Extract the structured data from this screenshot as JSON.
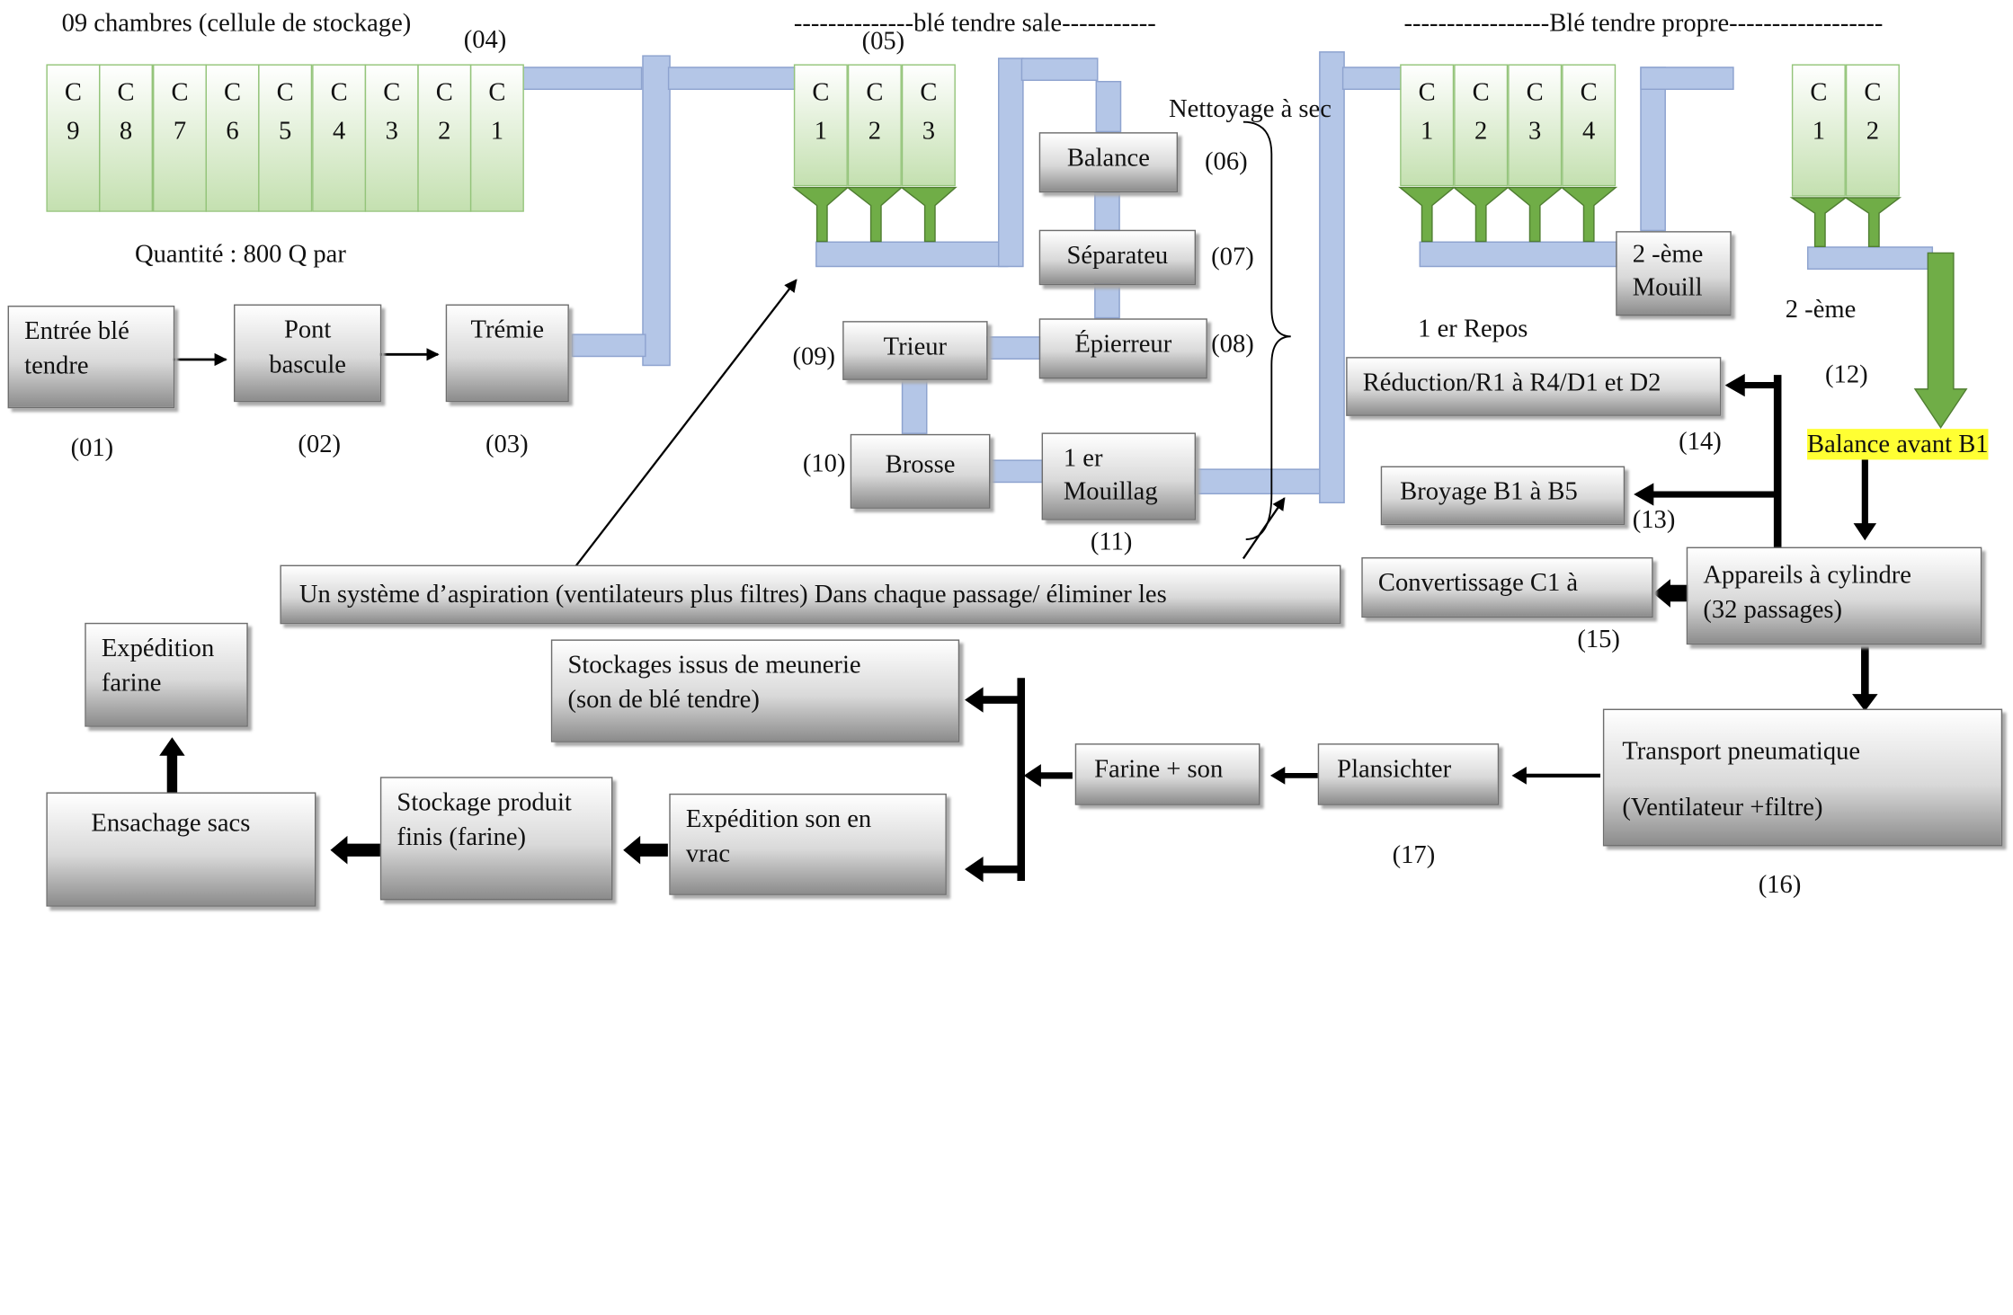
{
  "titles": {
    "chambres": "09 chambres (cellule de stockage)",
    "sale": "--------------blé tendre sale-----------",
    "propre": "-----------------Blé tendre propre------------------",
    "nettoyage": "Nettoyage à sec",
    "quantite": "Quantité : 800 Q par",
    "premier_repos": "1 er Repos",
    "deuxieme": "2 -ème"
  },
  "labels": {
    "n01": "(01)",
    "n02": "(02)",
    "n03": "(03)",
    "n04": "(04)",
    "n05": "(05)",
    "n06": "(06)",
    "n07": "(07)",
    "n08": "(08)",
    "n09": "(09)",
    "n10": "(10)",
    "n11": "(11)",
    "n12": "(12)",
    "n13": "(13)",
    "n14": "(14)",
    "n15": "(15)",
    "n16": "(16)",
    "n17": "(17)"
  },
  "silos": {
    "storage": [
      [
        "C",
        "9"
      ],
      [
        "C",
        "8"
      ],
      [
        "C",
        "7"
      ],
      [
        "C",
        "6"
      ],
      [
        "C",
        "5"
      ],
      [
        "C",
        "4"
      ],
      [
        "C",
        "3"
      ],
      [
        "C",
        "2"
      ],
      [
        "C",
        "1"
      ]
    ],
    "dirty": [
      [
        "C",
        "1"
      ],
      [
        "C",
        "2"
      ],
      [
        "C",
        "3"
      ]
    ],
    "clean": [
      [
        "C",
        "1"
      ],
      [
        "C",
        "2"
      ],
      [
        "C",
        "3"
      ],
      [
        "C",
        "4"
      ]
    ],
    "second": [
      [
        "C",
        "1"
      ],
      [
        "C",
        "2"
      ]
    ]
  },
  "boxes": {
    "entree": [
      "Entrée blé",
      "tendre"
    ],
    "pont": [
      "Pont",
      "bascule"
    ],
    "tremie": "Trémie",
    "balance": "Balance",
    "separateur": "Séparateu",
    "epierreur": "Épierreur",
    "trieur": "Trieur",
    "brosse": "Brosse",
    "mouillage1": [
      "1 er",
      "Mouillag"
    ],
    "mouillage2": [
      "2 -ème",
      "Mouill"
    ],
    "reduction": "Réduction/R1 à R4/D1 et D2",
    "broyage": "Broyage B1 à B5",
    "convertissage": "Convertissage C1 à",
    "balance_b1": "Balance avant B1",
    "cylindres": [
      "Appareils à cylindre",
      "(32 passages)"
    ],
    "aspiration": "Un système d’aspiration (ventilateurs plus filtres) Dans chaque passage/ éliminer les",
    "transport": [
      "Transport pneumatique",
      "(Ventilateur +filtre)"
    ],
    "plansichter": "Plansichter",
    "farine_son": "Farine + son",
    "stockage_issus": [
      "Stockages issus de meunerie",
      "(son de blé tendre)"
    ],
    "expedition_son": [
      "Expédition son en",
      "vrac"
    ],
    "stockage_produit": [
      "Stockage produit",
      "finis (farine)"
    ],
    "ensachage": "Ensachage sacs",
    "expedition_farine": [
      "Expédition",
      "farine"
    ]
  },
  "colors": {
    "pipe": "#b4c6e7",
    "silo": "#c4e0b0",
    "hopper": "#70ad47",
    "highlight": "#ffff33"
  }
}
